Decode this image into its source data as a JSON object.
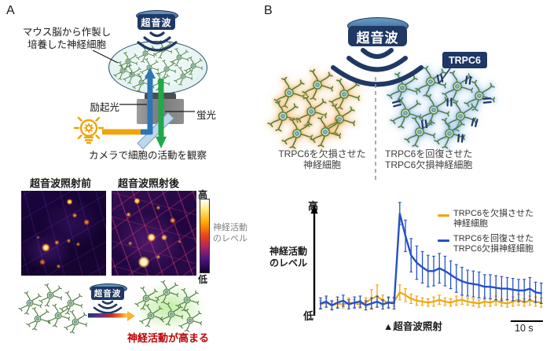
{
  "panel_a": {
    "label": "A",
    "ultrasound_badge": "超音波",
    "dish_caption": [
      "マウス脳から作製し",
      "培養した神経細胞"
    ],
    "excitation_label": "励起光",
    "fluorescence_label": "蛍光",
    "camera_caption": "カメラで細胞の活動を観察",
    "before_title": "超音波照射前",
    "after_title": "超音波照射後",
    "colorbar": {
      "high": "高",
      "low": "低",
      "label": [
        "神経活動",
        "のレベル"
      ]
    },
    "summary": {
      "ultrasound_badge": "超音波",
      "result_text": "神経活動が高まる",
      "result_color": "#c00000"
    }
  },
  "panel_b": {
    "label": "B",
    "ultrasound_badge": "超音波",
    "trpc6_badge": "TRPC6",
    "left_group_caption": [
      "TRPC6を欠損させた",
      "神経細胞"
    ],
    "right_group_caption": [
      "TRPC6を回復させた",
      "TRPC6欠損神経細胞"
    ]
  },
  "chart_data": {
    "type": "line",
    "ylabel_lines": [
      "神経活動",
      "のレベル"
    ],
    "y_high": "高",
    "y_low": "低",
    "y_axis_note": "normalized neural activity level (0 = low baseline, 1 = peak)",
    "ylim": [
      0,
      1
    ],
    "stimulus_marker": "▲",
    "stimulus_label": "超音波照射",
    "stim_point_index": 14,
    "scalebar_label": "10 s",
    "series": [
      {
        "name": "TRPC6を欠損させた神経細胞",
        "name_lines": [
          "TRPC6を欠損させた",
          "神経細胞"
        ],
        "color": "#f0a30a",
        "values": [
          0.02,
          0.04,
          0.01,
          0.03,
          0.02,
          0.04,
          0.03,
          0.02,
          0.04,
          0.08,
          0.11,
          0.06,
          0.04,
          0.05,
          0.15,
          0.12,
          0.08,
          0.06,
          0.05,
          0.04,
          0.05,
          0.07,
          0.05,
          0.04,
          0.06,
          0.07,
          0.05,
          0.04,
          0.03,
          0.05,
          0.04,
          0.06,
          0.04,
          0.03,
          0.05,
          0.07,
          0.04,
          0.06,
          0.05,
          0.04
        ],
        "errors": [
          0.04,
          0.05,
          0.04,
          0.04,
          0.04,
          0.05,
          0.04,
          0.04,
          0.05,
          0.1,
          0.12,
          0.06,
          0.05,
          0.05,
          0.08,
          0.07,
          0.05,
          0.05,
          0.04,
          0.04,
          0.05,
          0.05,
          0.04,
          0.04,
          0.05,
          0.05,
          0.04,
          0.04,
          0.04,
          0.05,
          0.04,
          0.05,
          0.04,
          0.04,
          0.05,
          0.06,
          0.04,
          0.05,
          0.05,
          0.05
        ]
      },
      {
        "name": "TRPC6を回復させたTRPC6欠損神経細胞",
        "name_lines": [
          "TRPC6を回復させた",
          "TRPC6欠損神経細胞"
        ],
        "color": "#2450c8",
        "values": [
          0.03,
          0.05,
          0.01,
          0.04,
          0.06,
          0.02,
          0.04,
          0.05,
          0.01,
          0.03,
          0.05,
          0.02,
          0.04,
          0.03,
          1.0,
          0.76,
          0.55,
          0.47,
          0.42,
          0.38,
          0.38,
          0.41,
          0.38,
          0.34,
          0.3,
          0.27,
          0.25,
          0.24,
          0.23,
          0.21,
          0.21,
          0.2,
          0.19,
          0.19,
          0.18,
          0.17,
          0.17,
          0.19,
          0.15,
          0.14
        ],
        "errors": [
          0.06,
          0.06,
          0.05,
          0.06,
          0.06,
          0.05,
          0.06,
          0.06,
          0.05,
          0.06,
          0.06,
          0.05,
          0.06,
          0.06,
          0.12,
          0.17,
          0.18,
          0.18,
          0.17,
          0.17,
          0.16,
          0.16,
          0.16,
          0.15,
          0.15,
          0.15,
          0.14,
          0.14,
          0.14,
          0.13,
          0.13,
          0.13,
          0.13,
          0.12,
          0.12,
          0.12,
          0.12,
          0.12,
          0.11,
          0.11
        ]
      }
    ]
  },
  "colors": {
    "navy": "#1f3864",
    "orange": "#f0a30a",
    "blue": "#2450c8",
    "red": "#c00000",
    "neuron_green": "#4e7d3e"
  }
}
